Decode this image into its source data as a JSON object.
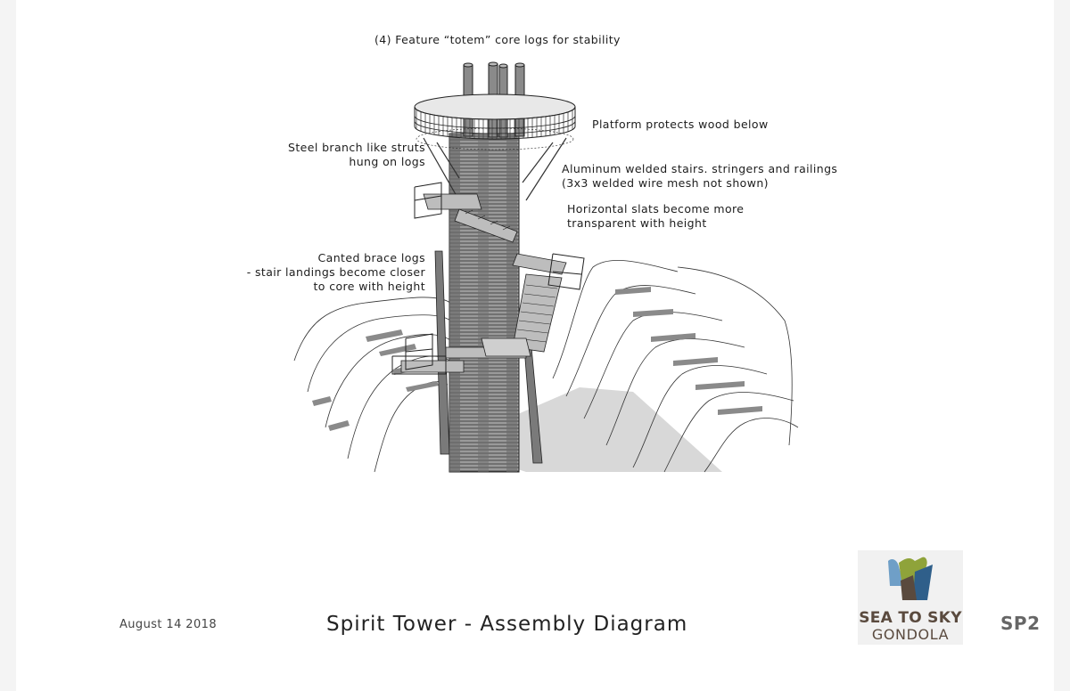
{
  "annotations": {
    "totem": "(4) Feature “totem” core logs for stability",
    "platform": "Platform protects wood below",
    "struts": [
      "Steel branch like struts",
      "hung on logs"
    ],
    "stairs": [
      "Aluminum welded stairs. stringers and railings",
      "(3x3 welded wire mesh not shown)"
    ],
    "slats": [
      "Horizontal slats become more",
      "transparent with height"
    ],
    "brace": [
      "Canted brace logs",
      "- stair landings become closer",
      "to core with height"
    ]
  },
  "footer": {
    "date": "August 14 2018",
    "title": "Spirit Tower - Assembly Diagram",
    "sheet": "SP2"
  },
  "logo": {
    "line1": "SEA TO SKY",
    "line2": "GONDOLA",
    "colors": {
      "green": "#8fa33a",
      "blue": "#2f5f8a",
      "brown": "#5a4a3e",
      "lightblue": "#6f9fc7"
    }
  }
}
